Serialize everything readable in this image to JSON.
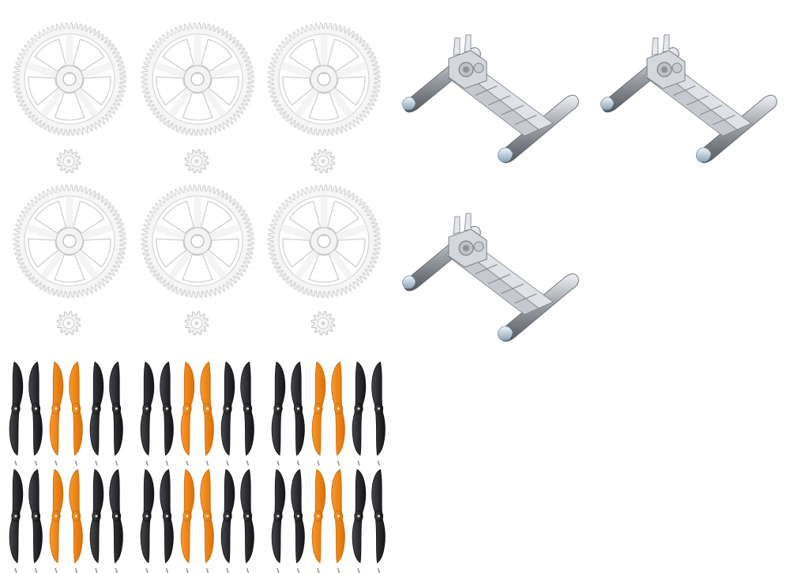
{
  "image": {
    "background": "#ffffff",
    "description_free": true
  },
  "colors": {
    "gear_fill": "#f6f6f6",
    "gear_stroke": "#c9c9c9",
    "gear_shadow": "#dcdcdc",
    "landing_body": "#bfc3c8",
    "landing_dark": "#6e7278",
    "landing_light": "#e4e7eb",
    "landing_tip": "#a9bccd",
    "prop_black": "#2b2b2e",
    "prop_black_edge": "#111113",
    "prop_orange": "#ef8a1a",
    "prop_orange_edge": "#c46a0a",
    "screw": "#8a8a8a"
  },
  "parts": {
    "gear_sets": 6,
    "landing_gear_sets": 3,
    "propeller_groups": 6,
    "propellers_per_group": [
      "black",
      "black",
      "orange",
      "orange",
      "black",
      "black"
    ]
  }
}
